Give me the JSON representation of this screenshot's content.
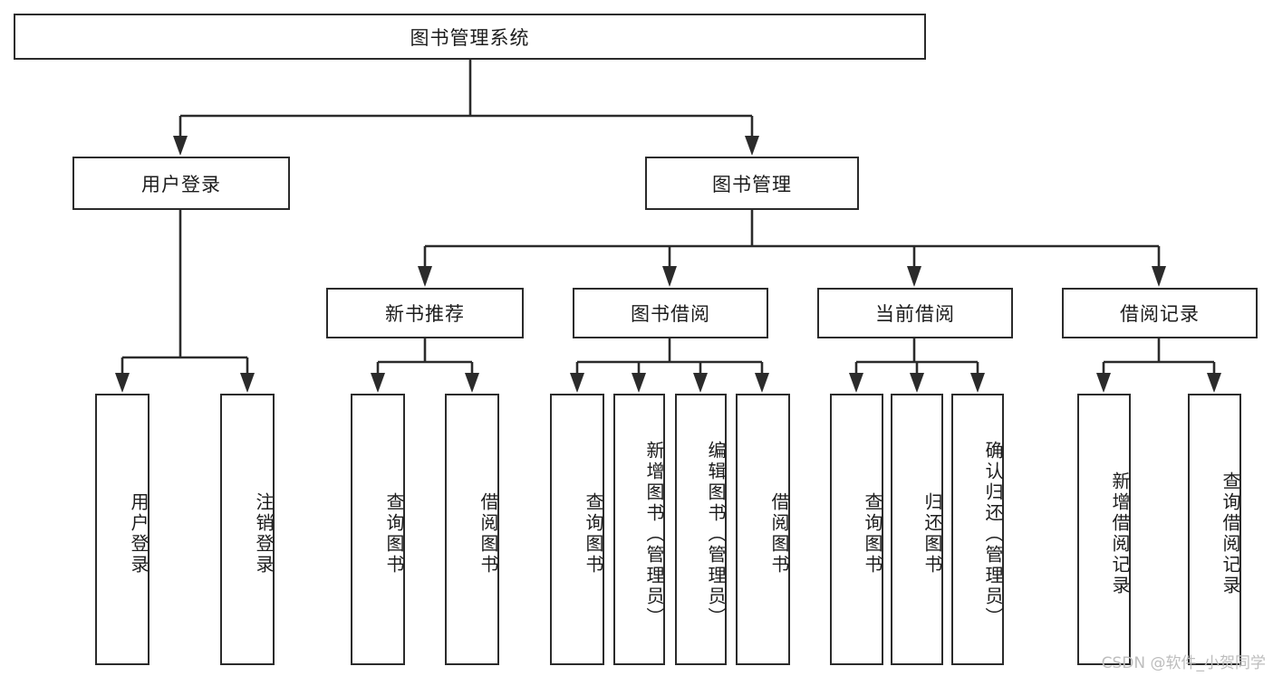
{
  "diagram": {
    "type": "tree-hierarchy-chart",
    "title": "图书管理系统",
    "orientation": "top-down",
    "colors": {
      "background": "#ffffff",
      "box_border": "#2b2b2b",
      "box_fill": "#ffffff",
      "text": "#1c1c1c",
      "connector": "#2b2b2b",
      "watermark": "#bdbdbd"
    },
    "root": {
      "label": "图书管理系统"
    },
    "level2": [
      {
        "label": "用户登录"
      },
      {
        "label": "图书管理"
      }
    ],
    "level3": [
      {
        "label": "新书推荐"
      },
      {
        "label": "图书借阅"
      },
      {
        "label": "当前借阅"
      },
      {
        "label": "借阅记录"
      }
    ],
    "leaves": {
      "user_login": [
        {
          "label": "用户登录"
        },
        {
          "label": "注销登录"
        }
      ],
      "new_book_recommend": [
        {
          "label": "查询图书"
        },
        {
          "label": "借阅图书"
        }
      ],
      "book_borrow": [
        {
          "label": "查询图书"
        },
        {
          "label": "新增图书（管理员）"
        },
        {
          "label": "编辑图书（管理员）"
        },
        {
          "label": "借阅图书"
        }
      ],
      "current_borrow": [
        {
          "label": "查询图书"
        },
        {
          "label": "归还图书"
        },
        {
          "label": "确认归还（管理员）"
        }
      ],
      "borrow_record": [
        {
          "label": "新增借阅记录"
        },
        {
          "label": "查询借阅记录"
        }
      ]
    }
  },
  "watermark": {
    "text": "CSDN @软件_小贺同学"
  }
}
